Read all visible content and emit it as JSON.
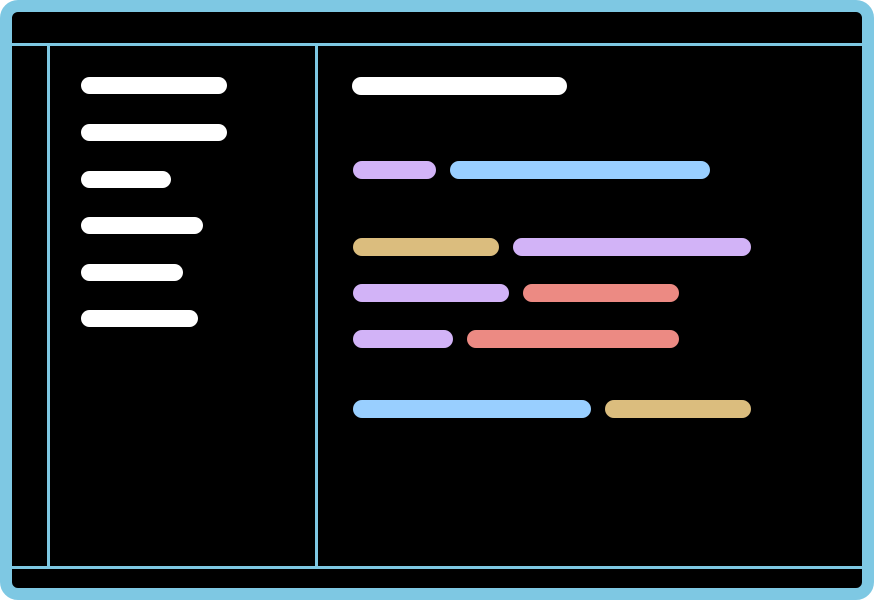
{
  "theme": {
    "frame_color": "#7ec8e3",
    "background": "#000000",
    "sidebar_text_color": "#ffffff",
    "title_color": "#ffffff",
    "syntax_purple": "#d2b3f7",
    "syntax_blue": "#99cfff",
    "syntax_tan": "#dbbd7e",
    "syntax_red": "#ec8a83"
  },
  "sidebar": {
    "items": [
      {
        "label": ""
      },
      {
        "label": ""
      },
      {
        "label": ""
      },
      {
        "label": ""
      },
      {
        "label": ""
      },
      {
        "label": ""
      }
    ]
  },
  "editor": {
    "title": "",
    "lines": [
      {
        "tokens": [
          {
            "kind": "purple",
            "text": ""
          },
          {
            "kind": "blue",
            "text": ""
          }
        ]
      },
      {
        "tokens": [
          {
            "kind": "tan",
            "text": ""
          },
          {
            "kind": "purple",
            "text": ""
          }
        ]
      },
      {
        "tokens": [
          {
            "kind": "purple",
            "text": ""
          },
          {
            "kind": "red",
            "text": ""
          }
        ]
      },
      {
        "tokens": [
          {
            "kind": "purple",
            "text": ""
          },
          {
            "kind": "red",
            "text": ""
          }
        ]
      },
      {
        "tokens": [
          {
            "kind": "blue",
            "text": ""
          },
          {
            "kind": "tan",
            "text": ""
          }
        ]
      }
    ]
  }
}
